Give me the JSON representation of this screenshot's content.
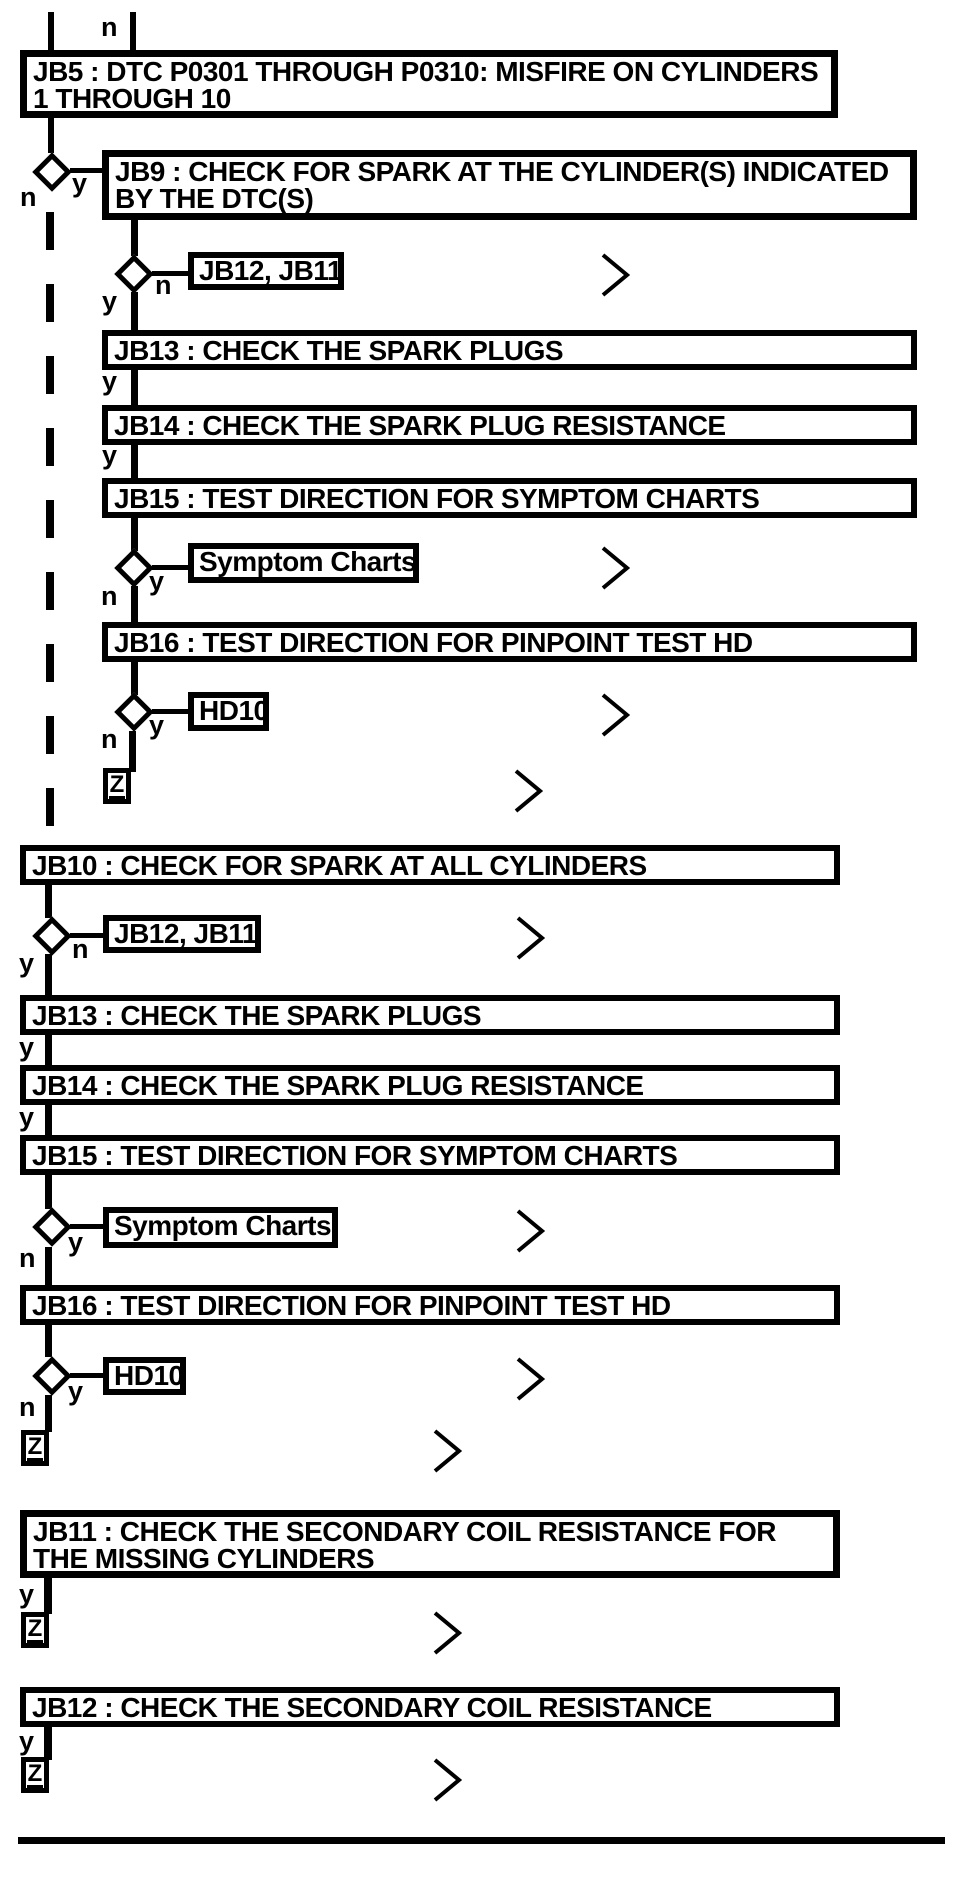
{
  "flowchart": {
    "incoming_branch_label": "n",
    "branch_labels": {
      "yes": "y",
      "no": "n"
    },
    "offpage_connector_label": "Z",
    "nodes": {
      "jb5": "JB5 : DTC P0301 THROUGH P0310: MISFIRE ON CYLINDERS\n1 THROUGH 10",
      "jb9": "JB9 : CHECK FOR SPARK AT THE CYLINDER(S) INDICATED\nBY THE DTC(S)",
      "jb12_jb11_link": "JB12, JB11",
      "jb13": "JB13 : CHECK THE SPARK PLUGS",
      "jb14": "JB14 : CHECK THE SPARK PLUG RESISTANCE",
      "jb15": "JB15 : TEST DIRECTION FOR SYMPTOM CHARTS",
      "symptom_charts_link": "Symptom Charts",
      "jb16": "JB16 : TEST DIRECTION FOR PINPOINT TEST HD",
      "hd10_link": "HD10",
      "jb10": "JB10 : CHECK FOR SPARK AT ALL CYLINDERS",
      "jb11": "JB11 : CHECK THE SECONDARY COIL RESISTANCE FOR\nTHE MISSING CYLINDERS",
      "jb12": "JB12 : CHECK THE SECONDARY COIL RESISTANCE"
    },
    "colors": {
      "ink": "#000000",
      "background": "#ffffff"
    }
  }
}
